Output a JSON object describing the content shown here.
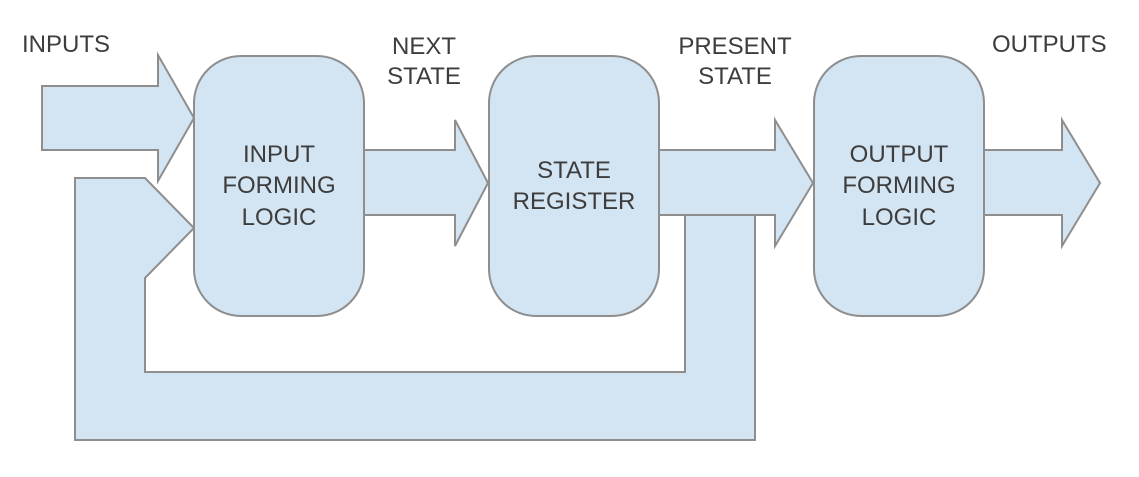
{
  "diagram": {
    "title": "finite-state-machine block diagram",
    "colors": {
      "background": "#ffffff",
      "shape_fill": "#d3e4f2",
      "shape_stroke": "#8e8e8e",
      "text": "#3d3d3d"
    },
    "blocks": [
      {
        "id": "input-forming-logic",
        "label": "INPUT\nFORMING\nLOGIC"
      },
      {
        "id": "state-register",
        "label": "STATE\nREGISTER"
      },
      {
        "id": "output-forming-logic",
        "label": "OUTPUT\nFORMING\nLOGIC"
      }
    ],
    "labels": {
      "inputs": "INPUTS",
      "next_state": "NEXT\nSTATE",
      "present_state": "PRESENT\nSTATE",
      "outputs": "OUTPUTS"
    },
    "arrows": [
      {
        "name": "inputs-arrow"
      },
      {
        "name": "next-state-arrow"
      },
      {
        "name": "present-state-arrow"
      },
      {
        "name": "outputs-arrow"
      },
      {
        "name": "feedback-arrow"
      }
    ]
  }
}
